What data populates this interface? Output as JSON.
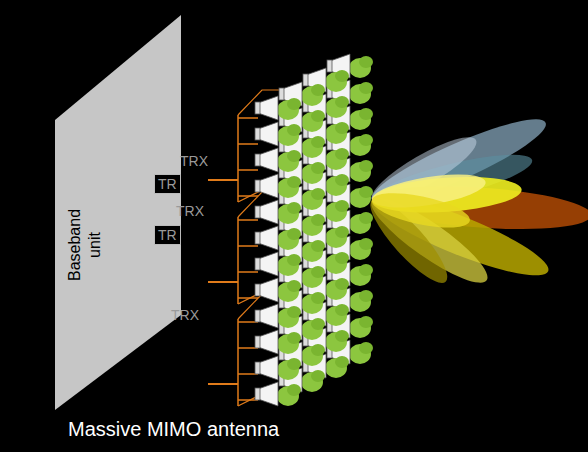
{
  "diagram": {
    "caption": "Massive MIMO antenna",
    "nodes": [
      {
        "text": [
          "Baseband unit"
        ]
      },
      {
        "text": [
          "TR"
        ]
      },
      {
        "text": [
          "TR"
        ]
      }
    ],
    "labels": [
      "TRX",
      "TRX",
      "TRX"
    ]
  }
}
